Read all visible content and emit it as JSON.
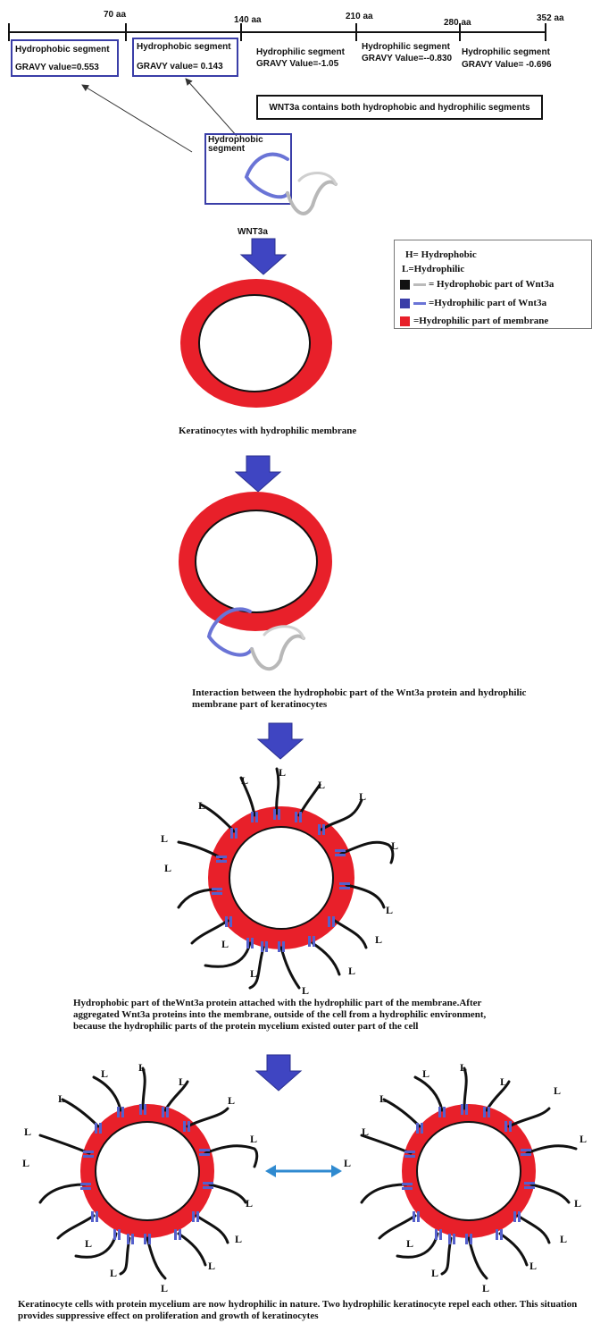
{
  "ruler": {
    "ticks": [
      "70 aa",
      "140 aa",
      "210 aa",
      "280 aa",
      "352 aa"
    ]
  },
  "segments": [
    {
      "title": "Hydrophobic segment",
      "gravy": "GRAVY value=0.553"
    },
    {
      "title": "Hydrophobic segment",
      "gravy": "GRAVY value= 0.143"
    },
    {
      "title": "Hydrophilic segment",
      "gravy": "GRAVY Value=-1.05"
    },
    {
      "title": "Hydrophilic segment",
      "gravy": "GRAVY Value=--0.830"
    },
    {
      "title": "Hydrophilic segment",
      "gravy": "GRAVY Value=  -0.696"
    }
  ],
  "note": "WNT3a contains both hydrophobic  and hydrophilic segments",
  "protein": {
    "box_label": "Hydrophobic segment",
    "name": "WNT3a"
  },
  "legend": {
    "line1": "H= Hydrophobic",
    "line2": "L=Hydrophilic",
    "row1": "= Hydrophobic  part of Wnt3a",
    "row2": "=Hydrophilic part of Wnt3a",
    "row3": "=Hydrophilic  part of  membrane"
  },
  "captions": {
    "step1": "Keratinocytes  with hydrophilic membrane",
    "step2": "Interaction between the hydrophobic part of the Wnt3a protein and  hydrophilic membrane part of keratinocytes",
    "step3": "Hydrophobic part of theWnt3a protein attached with the hydrophilic part of the membrane.After aggregated Wnt3a proteins into the membrane, outside of the cell from a hydrophilic environment, because the hydrophilic parts of the protein mycelium existed outer part of the cell",
    "step4": "Keratinocyte cells with protein mycelium are now hydrophilic in nature. Two hydrophilic keratinocyte repel each other. This situation provides suppressive effect on proliferation and growth of keratinocytes"
  },
  "labels": {
    "hydrophilic": "L",
    "hydrophobic": "H"
  },
  "colors": {
    "membrane": "#e8202a",
    "arrow": "#3f45c2",
    "hydrophobic_part": "#5560cc",
    "repel_arrow": "#2f8ad0",
    "segment_box": "#3a3ea8"
  }
}
